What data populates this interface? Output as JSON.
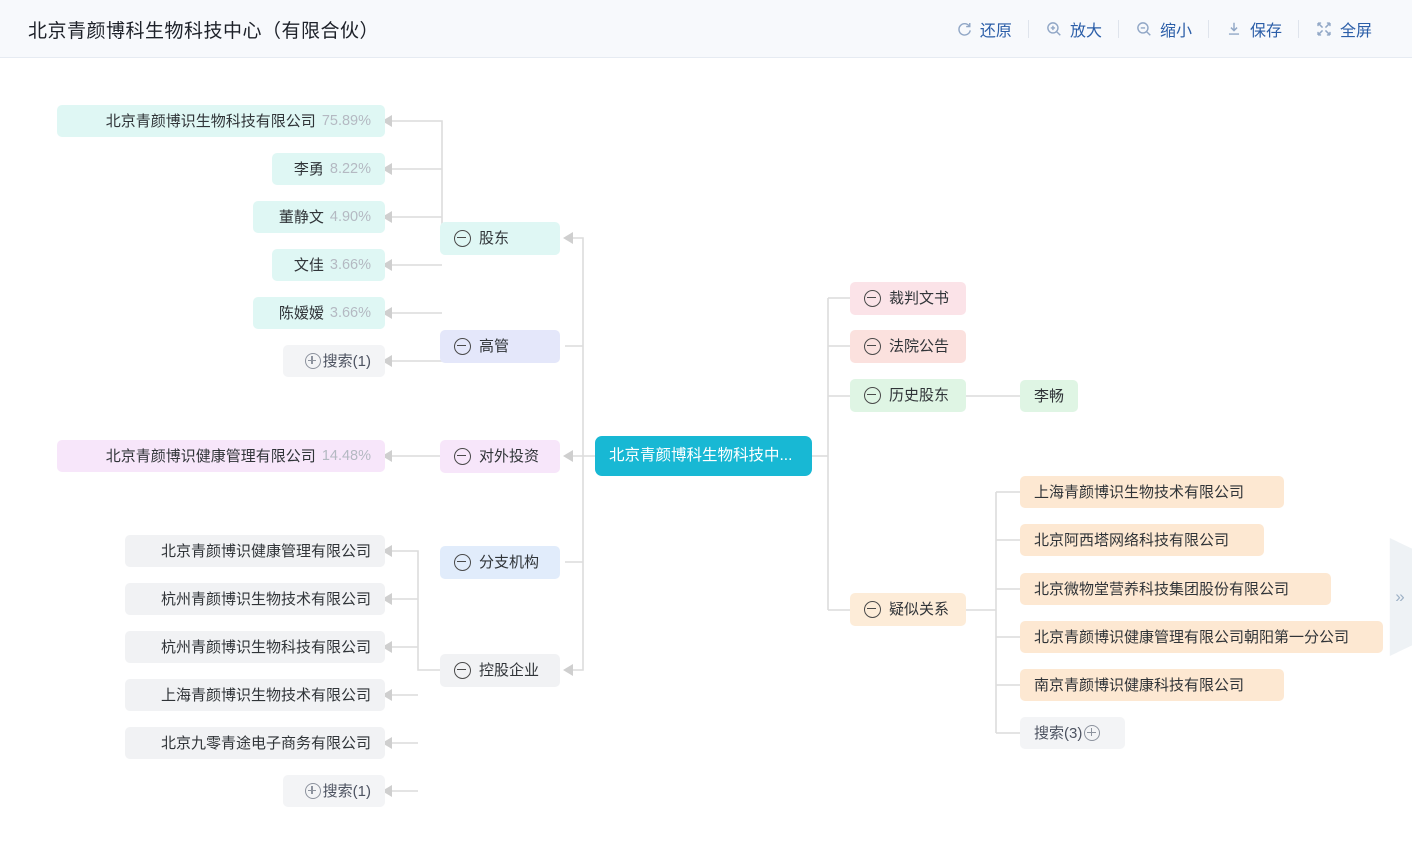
{
  "header": {
    "title": "北京青颜博科生物科技中心（有限合伙）",
    "tools": [
      {
        "label": "还原",
        "icon": "refresh-icon"
      },
      {
        "label": "放大",
        "icon": "zoom-in-icon"
      },
      {
        "label": "缩小",
        "icon": "zoom-out-icon"
      },
      {
        "label": "保存",
        "icon": "download-icon"
      },
      {
        "label": "全屏",
        "icon": "fullscreen-icon"
      }
    ]
  },
  "center_node": {
    "label": "北京青颜博科生物科技中...",
    "color": "#18b8d4"
  },
  "side_tab": {
    "icon": "double-chevron-right-icon",
    "glyph": "»"
  },
  "left_categories": [
    {
      "label": "股东",
      "color": "#dff7f4"
    },
    {
      "label": "高管",
      "color": "#e4e7fa"
    },
    {
      "label": "对外投资",
      "color": "#f7e6fa"
    },
    {
      "label": "分支机构",
      "color": "#e1ecfb"
    },
    {
      "label": "控股企业",
      "color": "#f1f2f4"
    }
  ],
  "shareholders": [
    {
      "name": "北京青颜博识生物科技有限公司",
      "percent": "75.89%"
    },
    {
      "name": "李勇",
      "percent": "8.22%"
    },
    {
      "name": "董静文",
      "percent": "4.90%"
    },
    {
      "name": "文佳",
      "percent": "3.66%"
    },
    {
      "name": "陈嫒嫒",
      "percent": "3.66%"
    }
  ],
  "shareholders_more": {
    "label": "搜索(1)",
    "icon": "plus-circle-icon"
  },
  "investments": [
    {
      "name": "北京青颜博识健康管理有限公司",
      "percent": "14.48%"
    }
  ],
  "holdings": [
    {
      "name": "北京青颜博识健康管理有限公司"
    },
    {
      "name": "杭州青颜博识生物技术有限公司"
    },
    {
      "name": "杭州青颜博识生物科技有限公司"
    },
    {
      "name": "上海青颜博识生物技术有限公司"
    },
    {
      "name": "北京九零青途电子商务有限公司"
    }
  ],
  "holdings_more": {
    "label": "搜索(1)",
    "icon": "plus-circle-icon"
  },
  "right_categories": [
    {
      "label": "裁判文书",
      "color": "#fbe3e8"
    },
    {
      "label": "法院公告",
      "color": "#fbe1de"
    },
    {
      "label": "历史股东",
      "color": "#dff5e4"
    },
    {
      "label": "疑似关系",
      "color": "#fdecd8"
    }
  ],
  "history_shareholders": [
    {
      "name": "李畅"
    }
  ],
  "suspected_relations": [
    {
      "name": "上海青颜博识生物技术有限公司"
    },
    {
      "name": "北京阿西塔网络科技有限公司"
    },
    {
      "name": "北京微物堂营养科技集团股份有限公司"
    },
    {
      "name": "北京青颜博识健康管理有限公司朝阳第一分公司"
    },
    {
      "name": "南京青颜博识健康科技有限公司"
    }
  ],
  "suspected_more": {
    "label": "搜索(3)",
    "icon": "plus-circle-icon"
  }
}
